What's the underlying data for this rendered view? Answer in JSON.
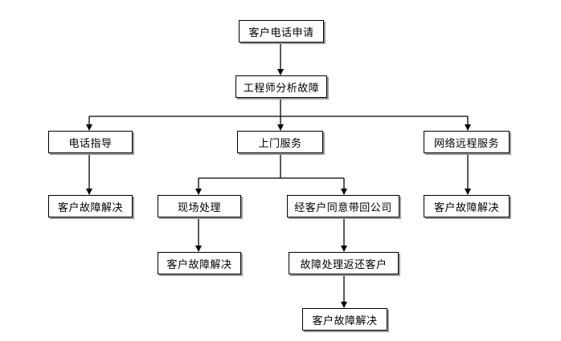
{
  "nodes": {
    "phone_request": "客户电话申请",
    "engineer_analysis": "工程师分析故障",
    "phone_guide": "电话指导",
    "onsite_service": "上门服务",
    "remote_service": "网络远程服务",
    "solved_after_guide": "客户故障解决",
    "onsite_handle": "现场处理",
    "take_back": "经客户同意带回公司",
    "solved_remote": "客户故障解决",
    "solved_onsite": "客户故障解决",
    "repair_return": "故障处理返还客户",
    "solved_final": "客户故障解决"
  },
  "colors": {
    "border": "#000000",
    "shadow": "#9a9a9a",
    "background": "#ffffff"
  }
}
